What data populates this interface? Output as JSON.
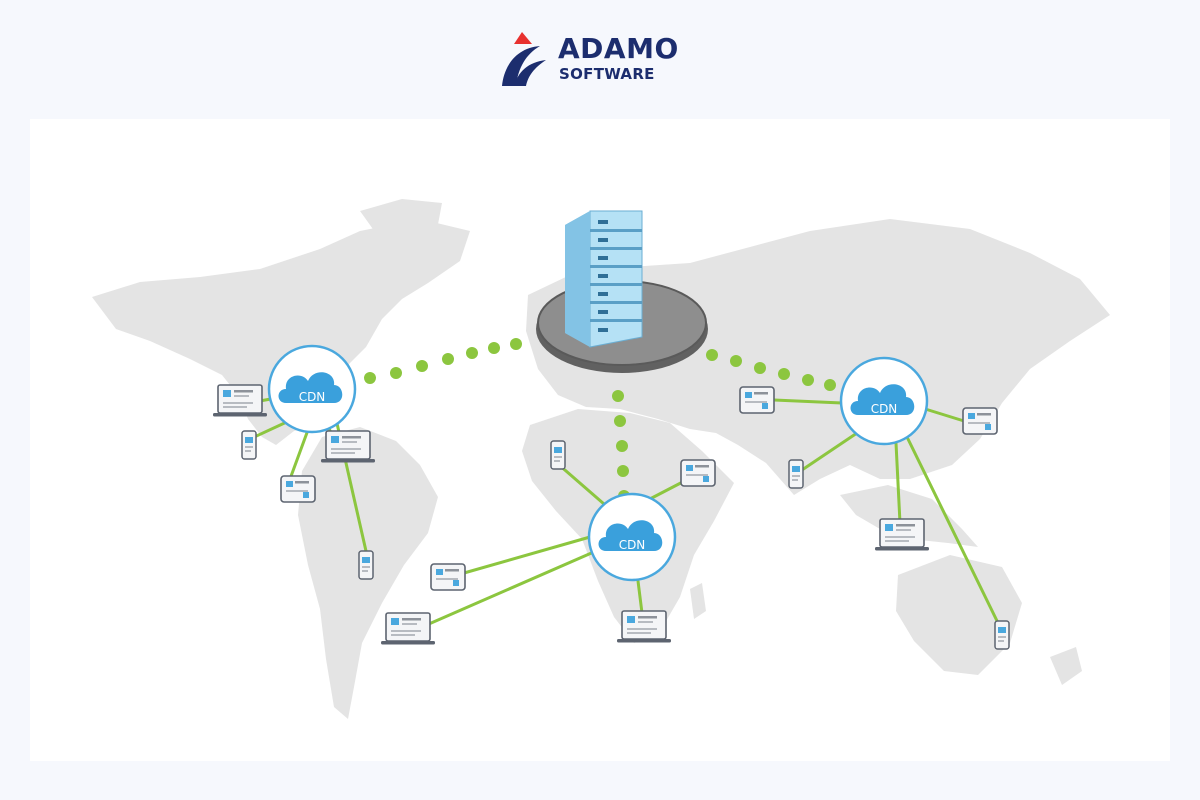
{
  "brand": {
    "line1": "ADAMO",
    "line2": "SOFTWARE",
    "colors": {
      "navy": "#1c2d6e",
      "red": "#e8312f"
    }
  },
  "diagram": {
    "node_label": "CDN",
    "colors": {
      "continent": "#e4e4e4",
      "link": "#8cc63f",
      "cdn_cloud": "#3aa0dc",
      "cdn_ring": "#4aa8de",
      "server": "#9fd3ee"
    },
    "icons": [
      "server-rack-icon",
      "cdn-cloud-icon",
      "laptop-icon",
      "tablet-icon",
      "phone-icon"
    ]
  }
}
